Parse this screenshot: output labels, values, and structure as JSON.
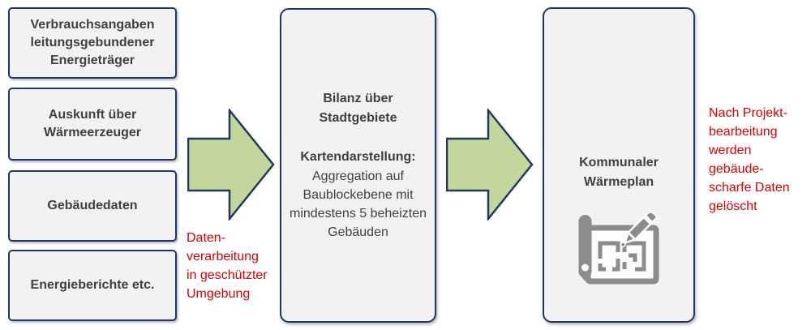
{
  "diagram": {
    "source_boxes": [
      {
        "label": "Verbrauchsangaben leitungsgebundener Energieträger"
      },
      {
        "label": "Auskunft über Wärmeerzeuger"
      },
      {
        "label": "Gebäudedaten"
      },
      {
        "label": "Energieberichte etc."
      }
    ],
    "middle_box": {
      "title": "Bilanz über Stadtgebiete",
      "subtitle": "Kartendarstellung:",
      "body": "Aggregation auf Baublockebene mit mindestens 5 beheizten Gebäuden"
    },
    "result_box": {
      "title": "Kommunaler Wärmeplan",
      "icon": "blueprint-pencil-icon"
    },
    "annotations": {
      "processing_note": "Daten-\nverarbeitung\nin geschützter\nUmgebung",
      "deletion_note": "Nach Projekt-\nbearbeitung\nwerden\ngebäude-\nscharfe Daten\ngelöscht"
    },
    "colors": {
      "box_fill": "#f2f2f2",
      "box_border": "#1f3864",
      "box_text": "#404040",
      "arrow_fill": "#c3d69b",
      "arrow_border": "#1f3864",
      "annotation_red": "#d90000",
      "icon_gray": "#8c8c8c"
    }
  }
}
